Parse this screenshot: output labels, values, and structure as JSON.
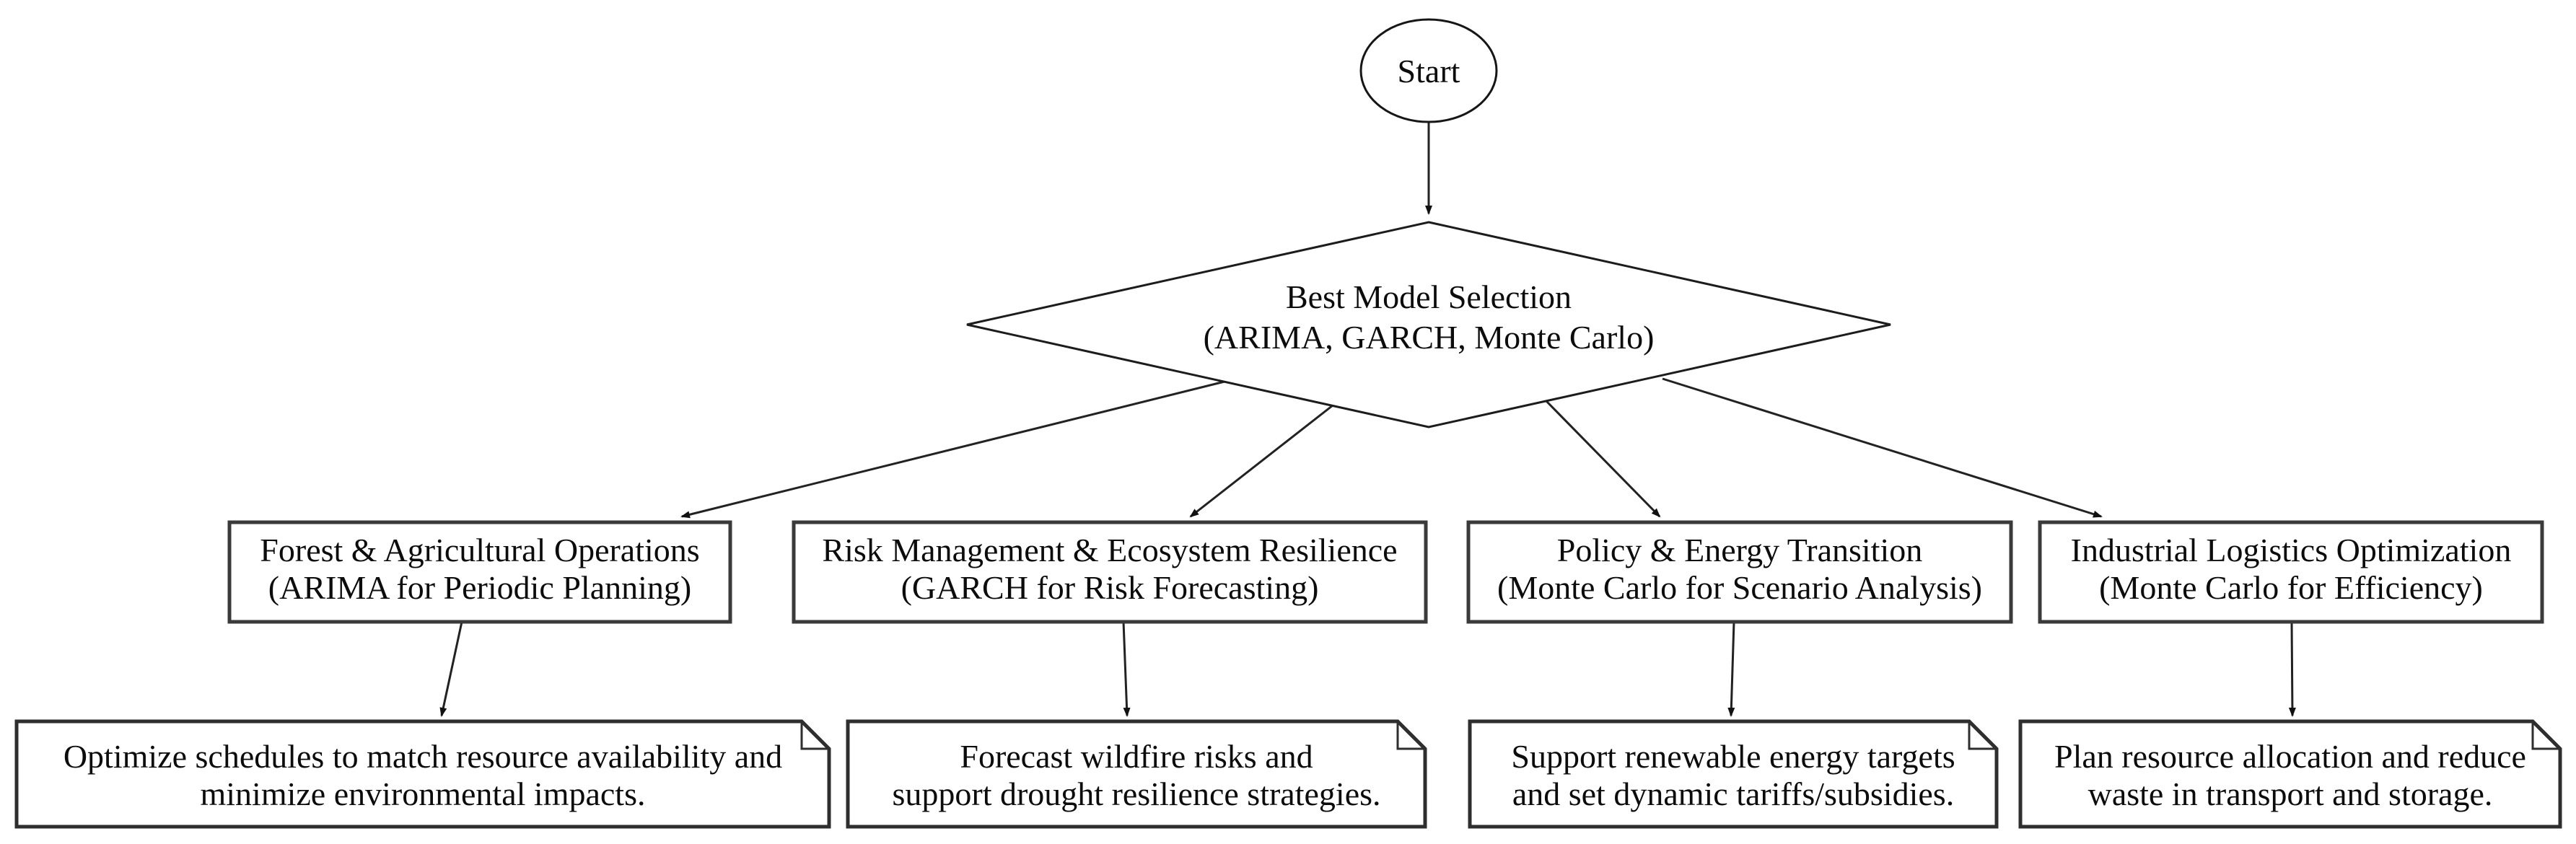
{
  "diagram": {
    "type": "flowchart",
    "background_color": "#ffffff",
    "line_color": "#222222",
    "text_color": "#0c0c0c",
    "nodes": {
      "start": {
        "shape": "ellipse",
        "label": "Start"
      },
      "decision": {
        "shape": "diamond",
        "lines": [
          "Best Model Selection",
          "(ARIMA, GARCH, Monte Carlo)"
        ]
      },
      "branch_forest": {
        "shape": "box",
        "lines": [
          "Forest & Agricultural Operations",
          "(ARIMA for Periodic Planning)"
        ]
      },
      "branch_risk": {
        "shape": "box",
        "lines": [
          "Risk Management & Ecosystem Resilience",
          "(GARCH for Risk Forecasting)"
        ]
      },
      "branch_policy": {
        "shape": "box",
        "lines": [
          "Policy & Energy Transition",
          "(Monte Carlo for Scenario Analysis)"
        ]
      },
      "branch_industrial": {
        "shape": "box",
        "lines": [
          "Industrial Logistics Optimization",
          "(Monte Carlo for Efficiency)"
        ]
      },
      "note_forest": {
        "shape": "note",
        "lines": [
          "Optimize schedules to match resource availability and",
          "minimize environmental impacts."
        ]
      },
      "note_risk": {
        "shape": "note",
        "lines": [
          "Forecast wildfire risks and",
          "support drought resilience strategies."
        ]
      },
      "note_policy": {
        "shape": "note",
        "lines": [
          "Support renewable energy targets",
          "and set dynamic tariffs/subsidies."
        ]
      },
      "note_industrial": {
        "shape": "note",
        "lines": [
          "Plan resource allocation and reduce",
          "waste in transport and storage."
        ]
      }
    }
  }
}
